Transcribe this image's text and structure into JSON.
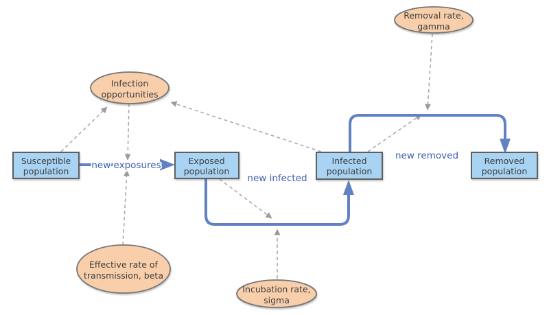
{
  "diagram_type": "stock-and-flow epidemiological model (SEIR)",
  "nodes": {
    "susceptible": {
      "line1": "Susceptible",
      "line2": "population"
    },
    "exposed": {
      "line1": "Exposed",
      "line2": "population"
    },
    "infected": {
      "line1": "Infected",
      "line2": "population"
    },
    "removed": {
      "line1": "Removed",
      "line2": "population"
    },
    "infection_opportunities": {
      "line1": "Infection",
      "line2": "opportunities"
    },
    "removal_rate": {
      "line1": "Removal rate,",
      "line2": "gamma"
    },
    "transmission_rate": {
      "line1": "Effective rate of",
      "line2": "transmission, beta"
    },
    "incubation_rate": {
      "line1": "Incubation rate,",
      "line2": "sigma"
    }
  },
  "flows": {
    "new_exposures": "new exposures",
    "new_infected": "new infected",
    "new_removed": "new removed"
  },
  "colors": {
    "background": "#ffffff",
    "stock_fill": "#a9d3f3",
    "stock_border": "#5f5f5f",
    "ellipse_fill": "#f9cfab",
    "ellipse_border": "#757575",
    "flow_blue": "#6181c2",
    "flow_label_blue": "#3c5fae",
    "dashed_gray": "#a6a6a6",
    "node_text": "#3d3d3d"
  }
}
